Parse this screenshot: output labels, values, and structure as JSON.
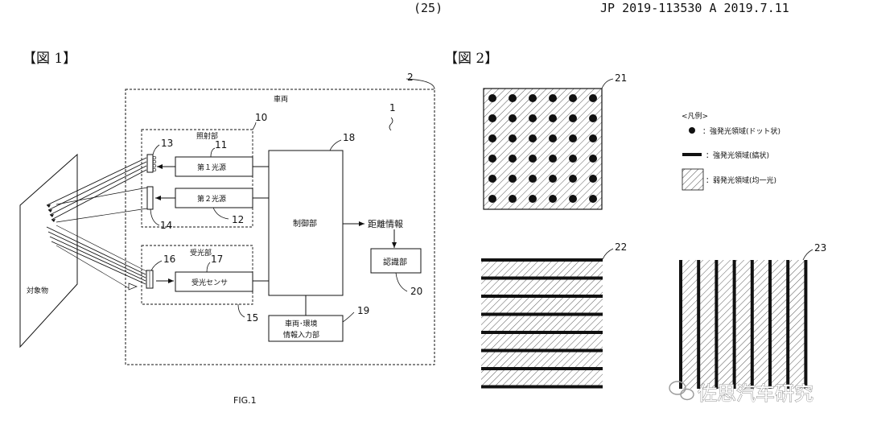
{
  "header": {
    "page_number": "(25)",
    "publication": "JP 2019-113530 A 2019.7.11"
  },
  "fig1": {
    "heading": "【図 1】",
    "caption": "FIG.1",
    "vehicle_label": "車両",
    "ref_vehicle": "2",
    "ref_system": "1",
    "irradiation_label": "照射部",
    "ref_irradiation": "10",
    "light1_label": "第１光源",
    "ref_light1": "11",
    "light2_label": "第２光源",
    "ref_light2": "12",
    "ref_13": "13",
    "ref_14": "14",
    "receiver_label": "受光部",
    "ref_receiver": "15",
    "ref_16": "16",
    "sensor_label": "受光センサ",
    "ref_sensor": "17",
    "control_label": "制御部",
    "ref_control": "18",
    "distance_label": "距離情報",
    "recognition_label": "認識部",
    "ref_recognition": "20",
    "env_line1": "車両･環境",
    "env_line2": "情報入力部",
    "ref_env": "19",
    "object_label": "対象物"
  },
  "fig2": {
    "heading": "【図 2】",
    "ref_dot_pattern": "21",
    "ref_horizontal_stripes": "22",
    "ref_vertical_stripes": "23",
    "legend_title": "<凡例>",
    "legend_dot": "：強発光領域(ドット状)",
    "legend_stripe": "：強発光領域(縞状)",
    "legend_weak": "：弱発光領域(均一光)"
  },
  "watermark": "佐思汽车研究"
}
